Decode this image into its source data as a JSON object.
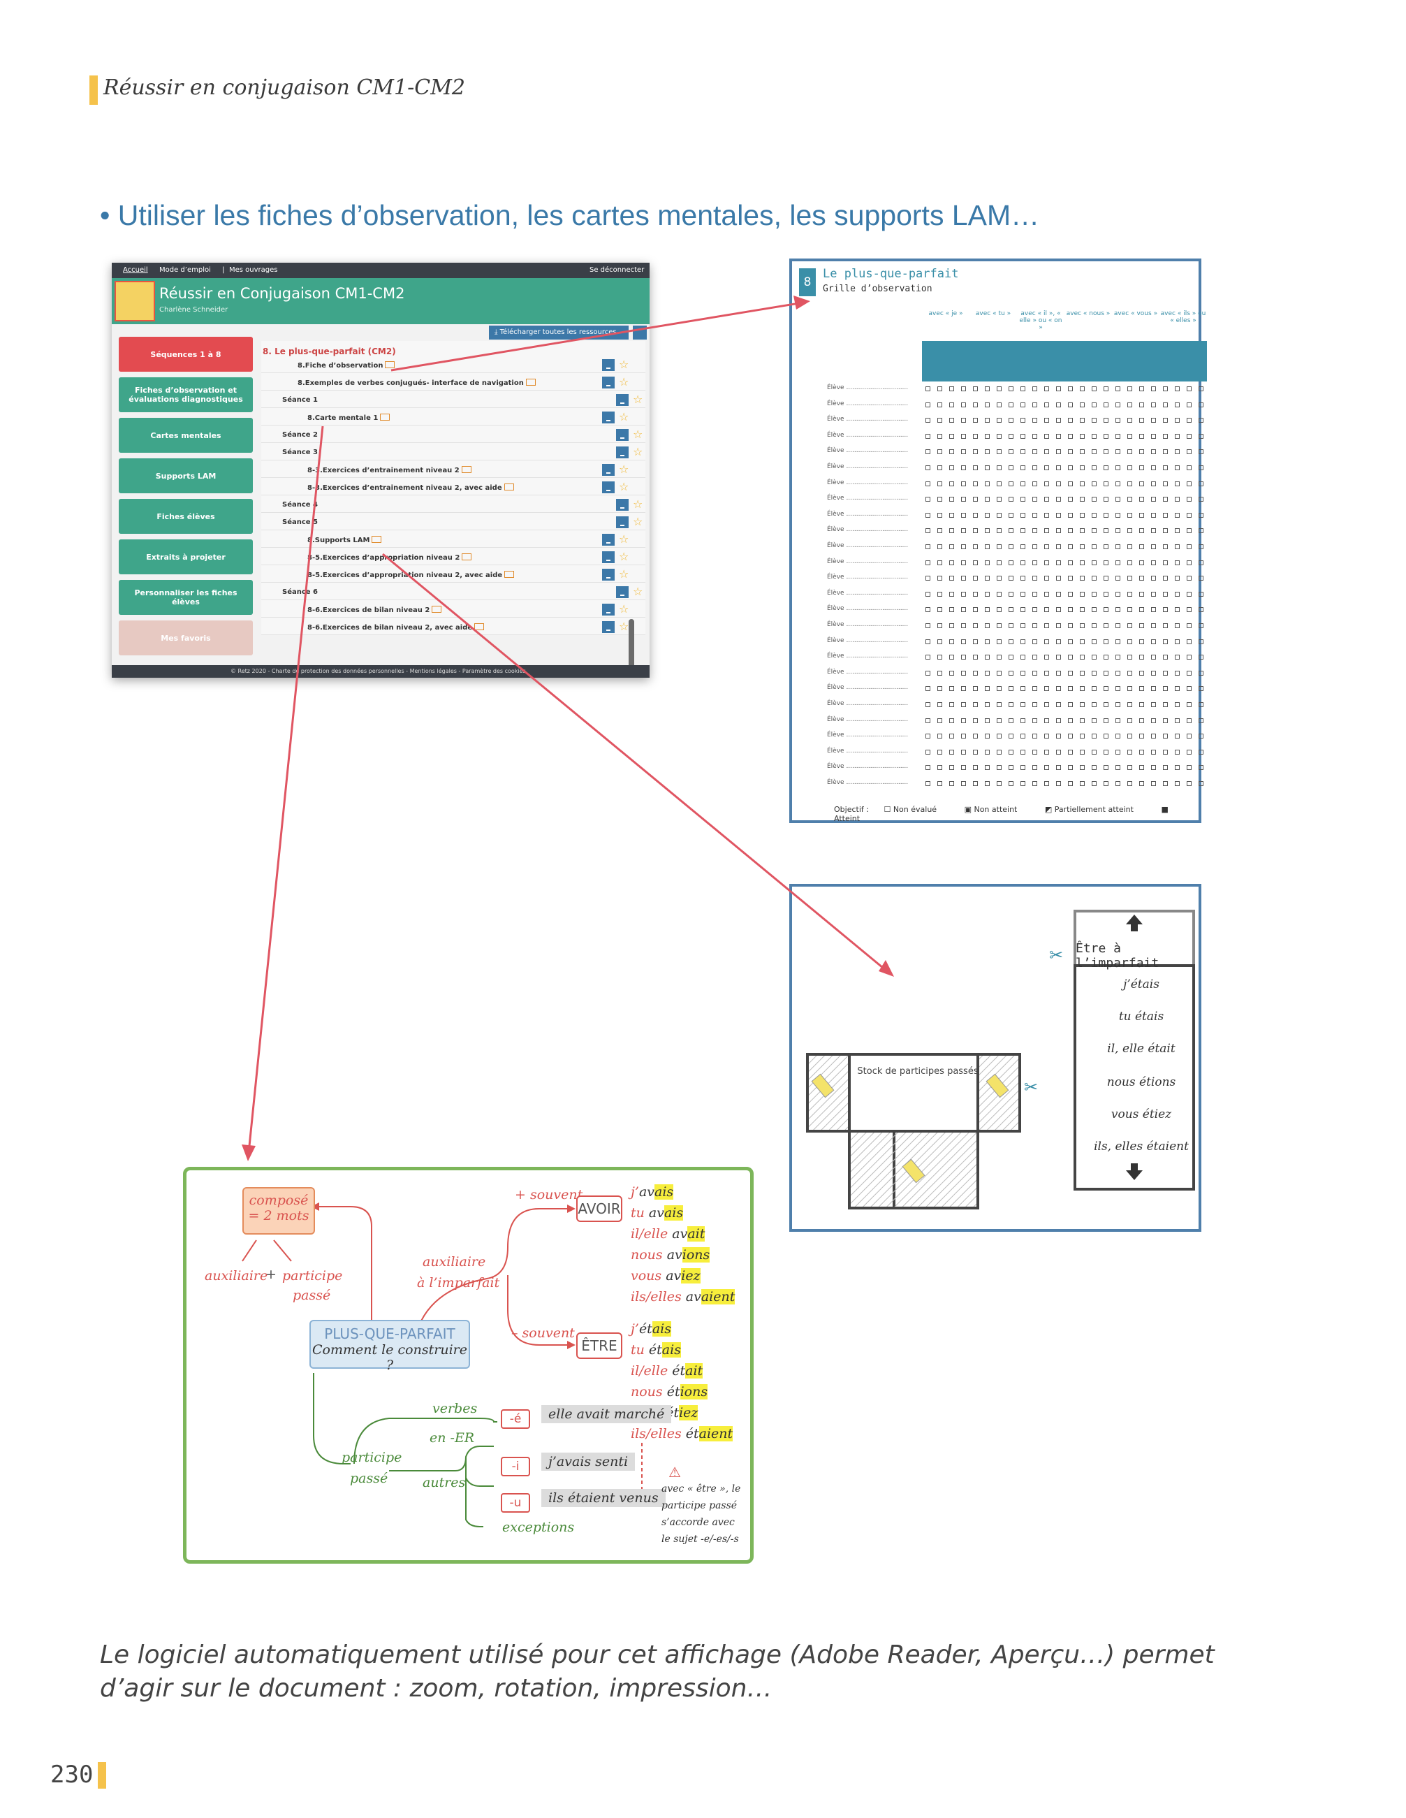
{
  "header": {
    "book_title": "Réussir en conjugaison CM1-CM2",
    "section_bullet": "•",
    "section_heading": "Utiliser les fiches d’observation, les cartes mentales, les supports LAM…"
  },
  "app": {
    "topbar": {
      "home": "Accueil",
      "howto": "Mode d’emploi",
      "separator": "|",
      "my_books": "Mes ouvrages",
      "logout": "Se déconnecter"
    },
    "title": "Réussir en Conjugaison CM1-CM2",
    "author": "Charlène Schneider",
    "download_all": "Télécharger toutes les ressources",
    "menu": [
      "Séquences 1 à 8",
      "Fiches d’observation et évaluations diagnostiques",
      "Cartes mentales",
      "Supports LAM",
      "Fiches élèves",
      "Extraits à projeter",
      "Personnaliser les fiches élèves",
      "Mes favoris"
    ],
    "list_heading": "8. Le plus-que-parfait (CM2)",
    "rows": [
      {
        "label": "8.Fiche d’observation",
        "indent": 1,
        "pdf": true,
        "dl": true
      },
      {
        "label": "8.Exemples de verbes conjugués- interface de navigation",
        "indent": 1,
        "pdf": true,
        "dl": true
      },
      {
        "label": "Séance 1",
        "indent": 0,
        "pdf": false,
        "dl": true
      },
      {
        "label": "8.Carte mentale 1",
        "indent": 2,
        "pdf": true,
        "dl": true
      },
      {
        "label": "Séance 2",
        "indent": 0,
        "pdf": false,
        "dl": true
      },
      {
        "label": "Séance 3",
        "indent": 0,
        "pdf": false,
        "dl": true
      },
      {
        "label": "8-3.Exercices d’entrainement niveau 2",
        "indent": 2,
        "pdf": true,
        "dl": true
      },
      {
        "label": "8-3.Exercices d’entrainement niveau 2, avec aide",
        "indent": 2,
        "pdf": true,
        "dl": true
      },
      {
        "label": "Séance 4",
        "indent": 0,
        "pdf": false,
        "dl": true
      },
      {
        "label": "Séance 5",
        "indent": 0,
        "pdf": false,
        "dl": true
      },
      {
        "label": "8.Supports LAM",
        "indent": 2,
        "pdf": true,
        "dl": true
      },
      {
        "label": "8-5.Exercices d’appropriation niveau 2",
        "indent": 2,
        "pdf": true,
        "dl": true
      },
      {
        "label": "8-5.Exercices d’appropriation niveau 2, avec aide",
        "indent": 2,
        "pdf": true,
        "dl": true
      },
      {
        "label": "Séance 6",
        "indent": 0,
        "pdf": false,
        "dl": true
      },
      {
        "label": "8-6.Exercices de bilan niveau 2",
        "indent": 2,
        "pdf": true,
        "dl": true
      },
      {
        "label": "8-6.Exercices de bilan niveau 2, avec aide",
        "indent": 2,
        "pdf": true,
        "dl": true
      }
    ],
    "footer": "© Retz 2020 - Charte de protection des données personnelles - Mentions légales - Paramètre des cookies"
  },
  "grid_sheet": {
    "number": "8",
    "title": "Le plus-que-parfait",
    "subtitle": "Grille d’observation",
    "groups": [
      "avec « je »",
      "avec « tu »",
      "avec « il », « elle » ou « on »",
      "avec « nous »",
      "avec « vous »",
      "avec « ils » ou « elles »"
    ],
    "student_label": "Élève",
    "student_rows": 26,
    "legend": {
      "objective": "Objectif :",
      "items": [
        "Non évalué",
        "Non atteint",
        "Partiellement atteint",
        "Atteint"
      ]
    }
  },
  "tshirt_sheet": {
    "stock_label": "Stock de participes passés",
    "ribbon_title": "Être à l’imparfait",
    "conjugations": [
      "j’étais",
      "tu étais",
      "il, elle était",
      "nous étions",
      "vous étiez",
      "ils, elles étaient"
    ]
  },
  "mindmap": {
    "compose": "composé",
    "two_words": "= 2 mots",
    "aux": "auxiliaire",
    "plus": "+",
    "participe": "participe",
    "passe": "passé",
    "center_title": "PLUS-QUE-PARFAIT",
    "center_question": "Comment le construire ?",
    "aux_imparfait_1": "auxiliaire",
    "aux_imparfait_2": "à l’imparfait",
    "often_plus": "+ souvent",
    "often_minus": "– souvent",
    "avoir": "AVOIR",
    "etre": "ÊTRE",
    "avoir_forms": [
      {
        "pron": "j’",
        "stem": "av",
        "end": "ais"
      },
      {
        "pron": "tu",
        "stem": " av",
        "end": "ais"
      },
      {
        "pron": "il/elle",
        "stem": " av",
        "end": "ait"
      },
      {
        "pron": "nous",
        "stem": " av",
        "end": "ions"
      },
      {
        "pron": "vous",
        "stem": " av",
        "end": "iez"
      },
      {
        "pron": "ils/elles",
        "stem": " av",
        "end": "aient"
      }
    ],
    "etre_forms": [
      {
        "pron": "j’",
        "stem": "ét",
        "end": "ais"
      },
      {
        "pron": "tu",
        "stem": " ét",
        "end": "ais"
      },
      {
        "pron": "il/elle",
        "stem": " ét",
        "end": "ait"
      },
      {
        "pron": "nous",
        "stem": " ét",
        "end": "ions"
      },
      {
        "pron": "vous",
        "stem": " ét",
        "end": "iez"
      },
      {
        "pron": "ils/elles",
        "stem": " ét",
        "end": "aient"
      }
    ],
    "verbes": "verbes",
    "en_er": "en -ER",
    "participe2": "participe",
    "passe2": "passé",
    "autres": "autres",
    "exceptions": "exceptions",
    "suffix_e": "-é",
    "suffix_i": "-i",
    "suffix_u": "-u",
    "ex_marche": "elle avait marché",
    "ex_senti": "j’avais senti",
    "ex_venus": "ils étaient venus",
    "note": "avec « être », le participe passé s’accorde avec le sujet -e/-es/-s"
  },
  "caption": "Le logiciel automatiquement utilisé pour cet affichage (Adobe Reader, Aperçu…) permet d’agir sur le document : zoom, rotation, impression…",
  "page_number": "230",
  "colors": {
    "accent_yellow": "#f5c24b",
    "heading_blue": "#3a79a8",
    "app_green": "#3fa58a",
    "arrow_red": "#e05562",
    "sheet_border": "#4f7fab"
  }
}
